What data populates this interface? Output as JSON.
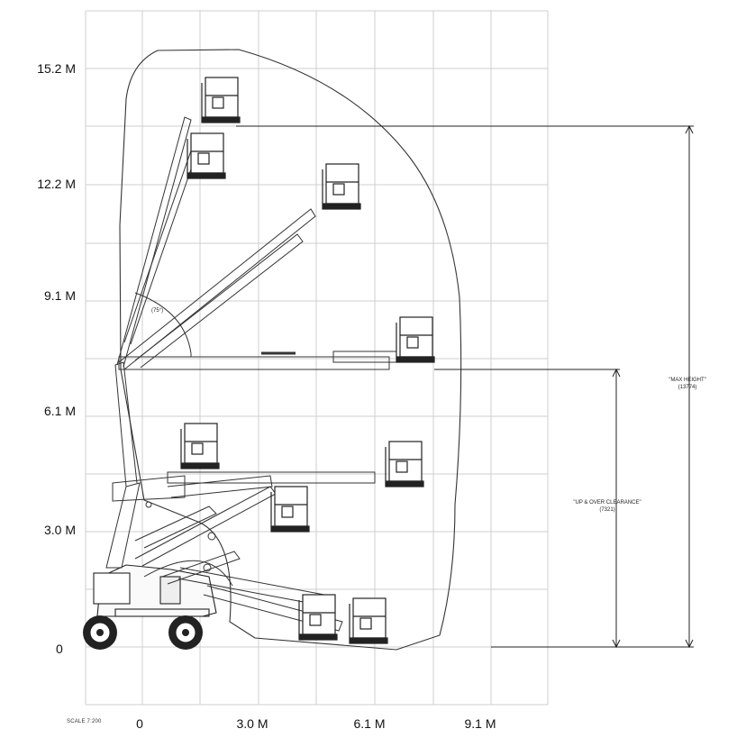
{
  "diagram": {
    "y_axis_labels": [
      "15.2 M",
      "12.2 M",
      "9.1 M",
      "6.1 M",
      "3.0 M",
      "0"
    ],
    "x_axis_labels": [
      "0",
      "3.0 M",
      "6.1 M",
      "9.1 M"
    ],
    "scale_note": "SCALE  7:200",
    "boom_angle_label": "(75°)",
    "max_height": {
      "label": "\"MAX HEIGHT\"",
      "value": "(13774)"
    },
    "up_over_clearance": {
      "label": "\"UP & OVER CLEARANCE\"",
      "value": "(7321)"
    },
    "line_color": "#222222",
    "grid_color": "#cfcfcf"
  }
}
